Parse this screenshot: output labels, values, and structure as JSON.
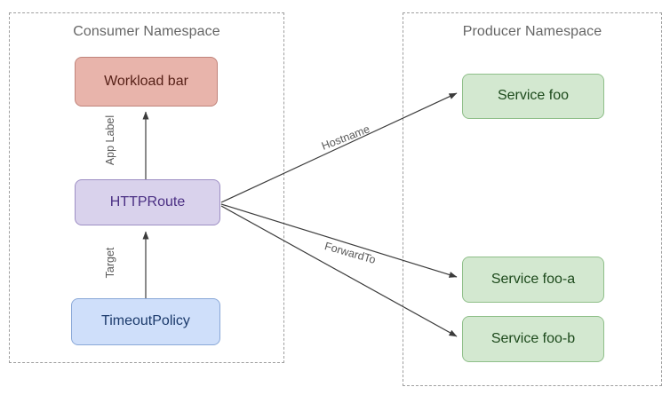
{
  "diagram": {
    "title": "Gateway API cross-namespace routing diagram",
    "background": "#ffffff",
    "groups": [
      {
        "id": "consumer",
        "label": "Consumer Namespace",
        "border": "dashed",
        "border_color": "#9e9e9e"
      },
      {
        "id": "producer",
        "label": "Producer Namespace",
        "border": "dashed",
        "border_color": "#9e9e9e"
      }
    ],
    "nodes": [
      {
        "id": "workload",
        "label": "Workload bar",
        "group": "consumer",
        "fill": "#e8b4ab",
        "stroke": "#c0837a",
        "text_color": "#551f16"
      },
      {
        "id": "httproute",
        "label": "HTTPRoute",
        "group": "consumer",
        "fill": "#d9d2ec",
        "stroke": "#9d8ec4",
        "text_color": "#4a2f83"
      },
      {
        "id": "timeoutpolicy",
        "label": "TimeoutPolicy",
        "group": "consumer",
        "fill": "#cfdffa",
        "stroke": "#8aa8d8",
        "text_color": "#1b3a6b"
      },
      {
        "id": "service-foo",
        "label": "Service foo",
        "group": "producer",
        "fill": "#d3e8d0",
        "stroke": "#8fbf89",
        "text_color": "#1d4a1c"
      },
      {
        "id": "service-foo-a",
        "label": "Service foo-a",
        "group": "producer",
        "fill": "#d3e8d0",
        "stroke": "#8fbf89",
        "text_color": "#1d4a1c"
      },
      {
        "id": "service-foo-b",
        "label": "Service foo-b",
        "group": "producer",
        "fill": "#d3e8d0",
        "stroke": "#8fbf89",
        "text_color": "#1d4a1c"
      }
    ],
    "edges": [
      {
        "id": "app-label",
        "label": "App Label",
        "from": "httproute",
        "to": "workload",
        "direction": "up",
        "arrow": "end"
      },
      {
        "id": "target",
        "label": "Target",
        "from": "timeoutpolicy",
        "to": "httproute",
        "direction": "up",
        "arrow": "end"
      },
      {
        "id": "hostname",
        "label": "Hostname",
        "from": "httproute",
        "to": "service-foo",
        "direction": "up-right",
        "arrow": "end"
      },
      {
        "id": "forwardto",
        "label": "ForwardTo",
        "from": "httproute",
        "to": "service-foo-a",
        "direction": "down-right",
        "arrow": "end"
      },
      {
        "id": "forwardto-b",
        "label": "",
        "from": "httproute",
        "to": "service-foo-b",
        "direction": "down-right",
        "arrow": "end"
      }
    ],
    "edge_stroke": "#3c3c3c"
  }
}
